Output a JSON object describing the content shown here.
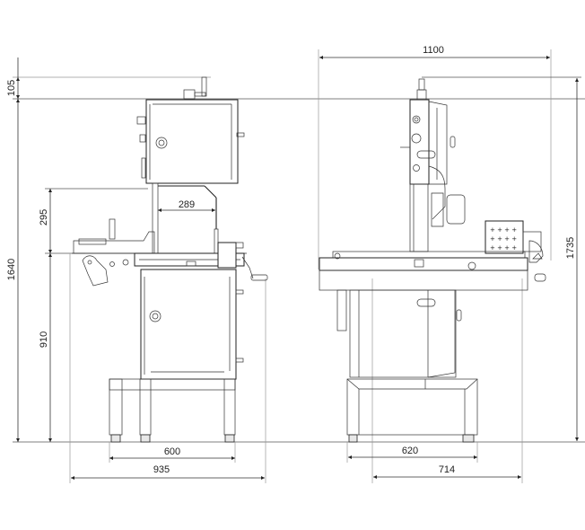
{
  "drawing": {
    "type": "technical-dimension-drawing",
    "subject": "band saw machine",
    "units": "mm",
    "views": [
      {
        "name": "front-view",
        "dimensions": {
          "top_offset": "105",
          "total_height": "1640",
          "throat_height": "295",
          "table_height": "910",
          "cutting_width": "289",
          "base_width": "600",
          "overall_width": "935"
        }
      },
      {
        "name": "side-view",
        "dimensions": {
          "overall_depth": "1100",
          "overall_height": "1735",
          "base_depth": "620",
          "table_depth": "714"
        }
      }
    ]
  },
  "labels": {
    "front": {
      "d105": "105",
      "d1640": "1640",
      "d295": "295",
      "d910": "910",
      "d289": "289",
      "d600": "600",
      "d935": "935"
    },
    "side": {
      "d1100": "1100",
      "d1735": "1735",
      "d620": "620",
      "d714": "714"
    }
  },
  "colors": {
    "line": "#222222",
    "extension": "#555555",
    "background": "#ffffff"
  }
}
